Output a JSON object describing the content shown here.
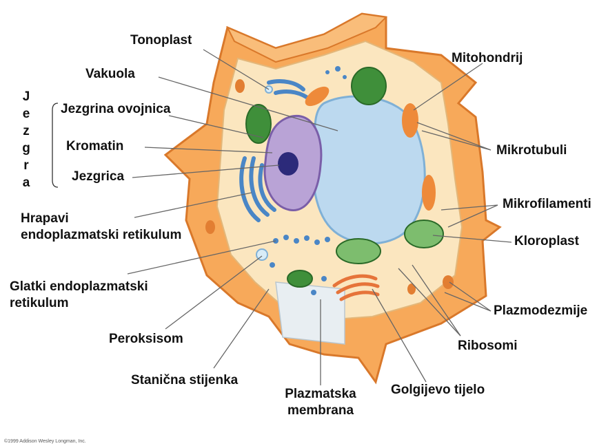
{
  "labels": {
    "tonoplast": "Tonoplast",
    "vakuola": "Vakuola",
    "jezgrina_ovojnica": "Jezgrina ovojnica",
    "kromatin": "Kromatin",
    "jezgrica": "Jezgrica",
    "hrapavi_line1": "Hrapavi",
    "hrapavi_line2": "endoplazmatski retikulum",
    "glatki_line1": "Glatki endoplazmatski",
    "glatki_line2": "retikulum",
    "peroksisom": "Peroksisom",
    "stanicna_stijenka": "Stanična stijenka",
    "plazmatska_line1": "Plazmatska",
    "plazmatska_line2": "membrana",
    "golgijevo_tijelo": "Golgijevo tijelo",
    "ribosomi": "Ribosomi",
    "plazmodezmije": "Plazmodezmije",
    "kloroplast": "Kloroplast",
    "mikrofilamenti": "Mikrofilamenti",
    "mikrotubuli": "Mikrotubuli",
    "mitohondrij": "Mitohondrij"
  },
  "jezgra_letters": [
    "J",
    "e",
    "z",
    "g",
    "r",
    "a"
  ],
  "copyright": "©1999 Addison Wesley Longman, Inc.",
  "colors": {
    "cell_wall": "#f7a95a",
    "cell_wall_edge": "#d9782a",
    "cytoplasm": "#fbe6bf",
    "vacuole": "#bcd9ef",
    "nucleus": "#b9a3d6",
    "chromatin": "#2c2a7a",
    "rough_er": "#4a86c6",
    "chloroplast": "#3f8f3a",
    "mitochondria": "#ee8a3a",
    "golgi": "#e6743a",
    "leader": "#666666"
  }
}
